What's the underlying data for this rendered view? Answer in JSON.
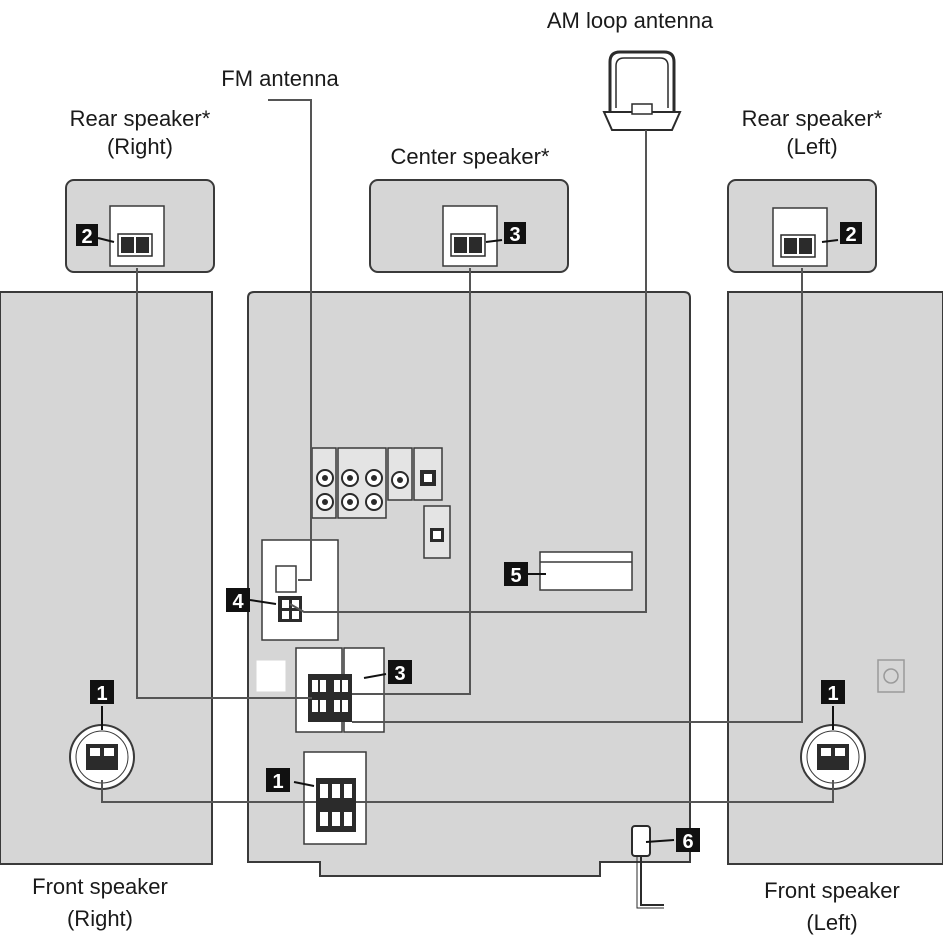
{
  "labels": {
    "am_antenna": "AM loop antenna",
    "fm_antenna": "FM antenna",
    "rear_right_line1": "Rear speaker*",
    "rear_right_line2": "(Right)",
    "center": "Center speaker*",
    "rear_left_line1": "Rear speaker*",
    "rear_left_line2": "(Left)",
    "front_right_line1": "Front speaker",
    "front_right_line2": "(Right)",
    "front_left_line1": "Front speaker",
    "front_left_line2": "(Left)"
  },
  "badges": {
    "rear_right": "2",
    "center": "3",
    "rear_left": "2",
    "front_right": "1",
    "front_left": "1",
    "unit_front": "1",
    "unit_center": "3",
    "unit_fm": "4",
    "unit_am": "5",
    "unit_power": "6"
  },
  "colors": {
    "panel": "#d6d6d6",
    "panel_stroke": "#3a3a3a",
    "terminal": "#ffffff",
    "jack": "#2b2b2b",
    "badge_bg": "#111111",
    "badge_fg": "#ffffff",
    "wire": "#555555"
  }
}
